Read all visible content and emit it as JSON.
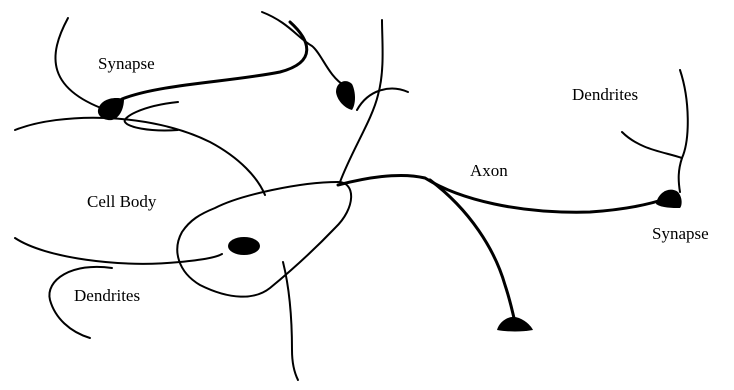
{
  "diagram": {
    "labels": {
      "synapse_top": "Synapse",
      "dendrites_right": "Dendrites",
      "axon": "Axon",
      "cell_body": "Cell Body",
      "synapse_right": "Synapse",
      "dendrites_left": "Dendrites"
    },
    "colors": {
      "ink": "#000000",
      "background": "#ffffff"
    }
  }
}
